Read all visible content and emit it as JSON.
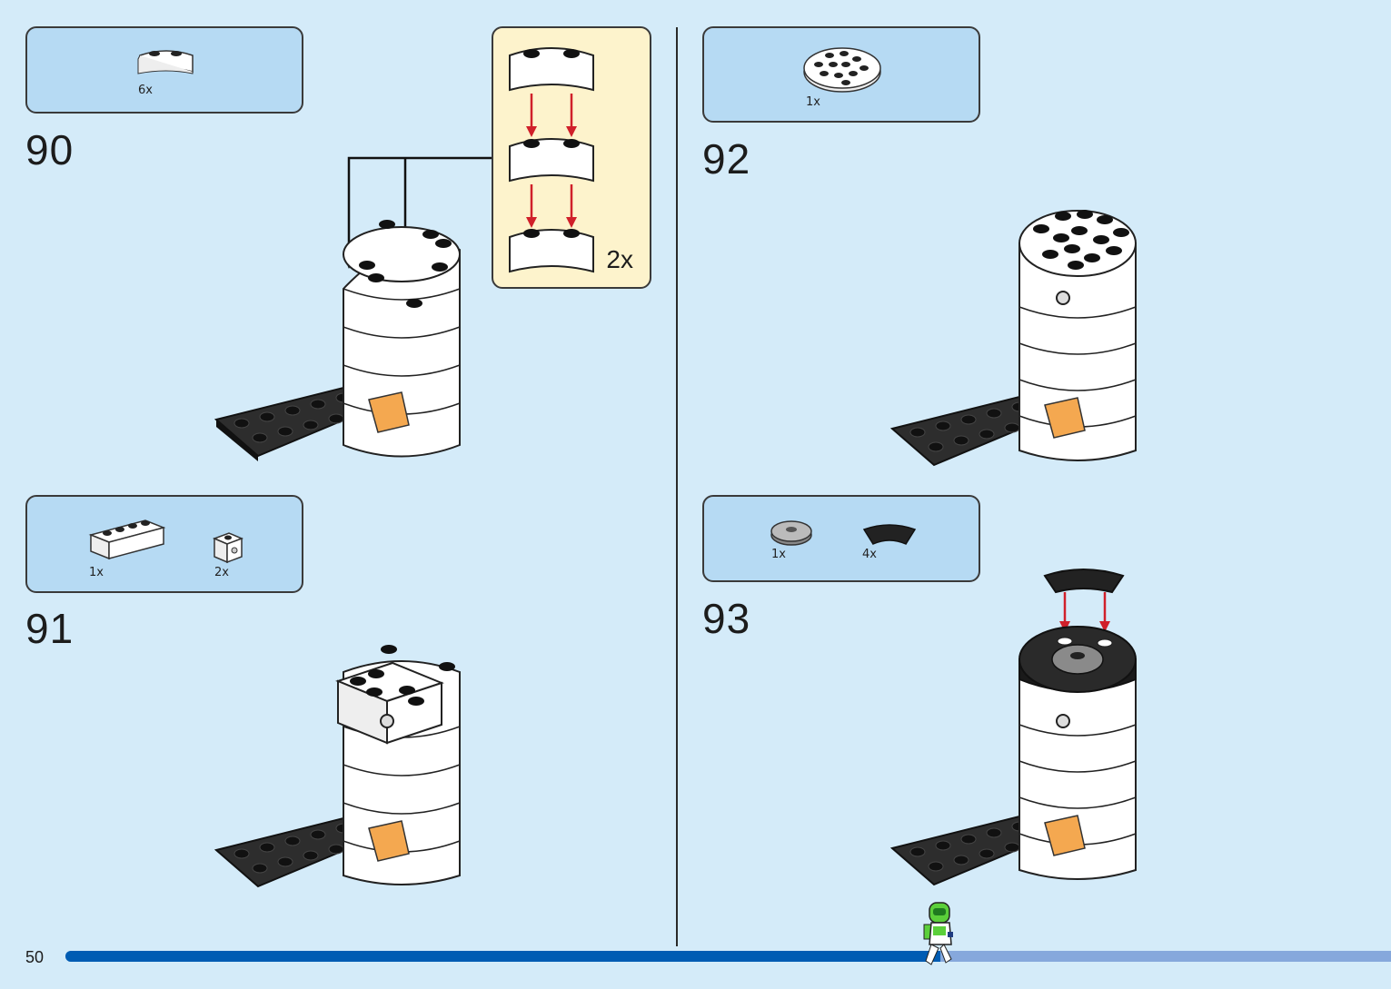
{
  "page": {
    "number": "50",
    "progress": 0.66
  },
  "steps": [
    {
      "number": "90",
      "parts": [
        {
          "qty": "6x",
          "icon": "curved-brick-icon"
        }
      ]
    },
    {
      "number": "91",
      "parts": [
        {
          "qty": "1x",
          "icon": "brick-1x4-icon"
        },
        {
          "qty": "2x",
          "icon": "side-stud-brick-icon"
        }
      ]
    },
    {
      "number": "92",
      "parts": [
        {
          "qty": "1x",
          "icon": "round-plate-icon"
        }
      ]
    },
    {
      "number": "93",
      "parts": [
        {
          "qty": "1x",
          "icon": "round-tile-icon"
        },
        {
          "qty": "4x",
          "icon": "curved-tile-icon"
        }
      ]
    }
  ],
  "subassembly": {
    "qty": "2x"
  },
  "colors": {
    "background": "#d4ebf9",
    "parts_box": "#b6daf3",
    "subassembly_box": "#fdf3cc",
    "progress": "#005cb3",
    "arrow": "#d0202a"
  }
}
